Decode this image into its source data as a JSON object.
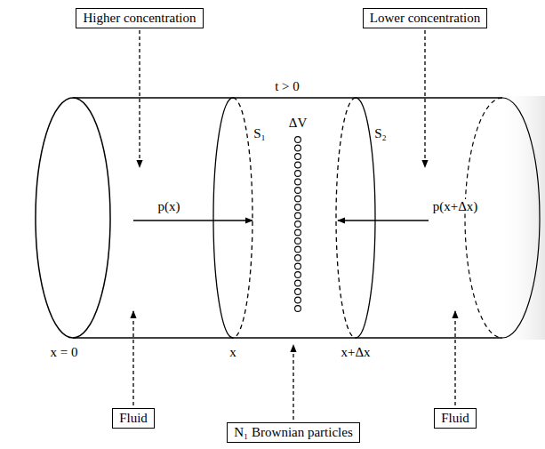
{
  "diagram": {
    "nodes": [
      {
        "text": [
          "Higher concentration"
        ]
      },
      {
        "text": [
          "Lower concentration"
        ]
      },
      {
        "text": [
          "Fluid"
        ]
      },
      {
        "text": [
          "Fluid"
        ]
      },
      {
        "text": [
          "N₁ Brownian particles"
        ]
      }
    ],
    "labels": [
      "t > 0",
      "ΔV",
      "S₁",
      "S₂",
      "p(x)",
      "p(x+Δx)",
      "x = 0",
      "x",
      "x+Δx"
    ]
  }
}
